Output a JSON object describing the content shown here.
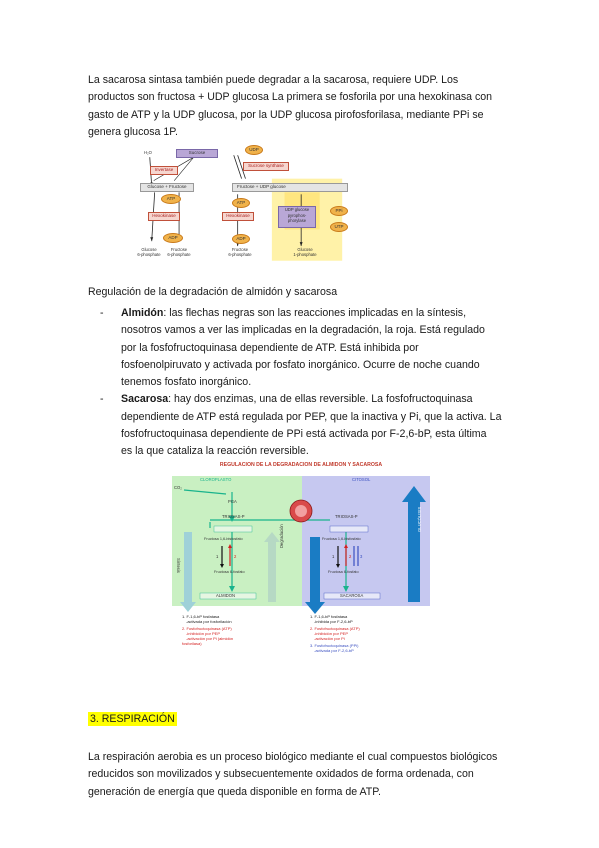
{
  "paragraphs": {
    "p1_lines": [
      "La sacarosa sintasa también puede degradar a la sacarosa, requiere UDP.  Los",
      "productos son fructosa + UDP glucosa  La primera se fosforila por una hexokinasa con",
      "gasto de ATP y la UDP glucosa, por la UDP glucosa pirofosforilasa, mediante PPi se",
      "genera glucosa 1P."
    ],
    "p2": "Regulación de la degradación de almidón y sacarosa",
    "p3_lines": [
      "La respiración aerobia es un proceso biológico mediante el cual compuestos biológicos",
      "reducidos son movilizados y subsecuentemente oxidados de forma ordenada, con",
      "generación de energía que queda disponible en forma de ATP."
    ]
  },
  "list": {
    "dash": "-",
    "items": [
      {
        "term": "Almidón",
        "lines": [
          ": las flechas negras son las reacciones implicadas en la síntesis,",
          "nosotros vamos a ver las implicadas en la degradación, la roja.  Está regulado",
          "por la fosfofructoquinasa dependiente de ATP. Está inhibida por",
          "fosfoenolpiruvato y activada por fosfato inorgánico. Ocurre de noche cuando",
          "tenemos fosfato inorgánico."
        ]
      },
      {
        "term": "Sacarosa",
        "lines": [
          ": hay dos enzimas, una de ellas reversible. La fosfofructoquinasa",
          "dependiente de ATP está regulada por PEP, que la inactiva y Pi, que la activa. La",
          "fosfofructoquinasa dependiente de PPi está activada por F-2,6-bP, esta última",
          "es la que cataliza la reacción reversible."
        ]
      }
    ]
  },
  "heading": "3. RESPIRACIÓN",
  "figure1": {
    "left": {
      "h2o": "H₂O",
      "sucrose": "Sucrose",
      "invertase": "Invertase",
      "glucose_fructose": "Glucose  +  Fructose",
      "atp": "ATP",
      "hexokinase": "Hexokinase",
      "adp": "ADP",
      "glucose6p": "Glucose\n6-phosphate",
      "fructose6p": "Fructose\n6-phosphate"
    },
    "right": {
      "udp": "UDP",
      "sucrose_synthase": "Sucrose synthase",
      "fructose_udpg": "Fructose    +    UDP glucose",
      "atp": "ATP",
      "hexokinase": "Hexokinase",
      "adp": "ADP",
      "udpg_pyro": "UDP glucose\npyrophos-\nphorylase",
      "ppi": "PPi",
      "utp": "UTP",
      "fructose6p": "Fructose\n6-phosphate",
      "glucose1p": "Glucose\n1-phosphate"
    }
  },
  "figure2": {
    "title": "REGULACION DE LA DEGRADACION DE ALMIDON Y SACAROSA",
    "cloroplasto": "CLOROPLASTO",
    "citosol": "CITOSOL",
    "co2": "CO₂",
    "pga": "PGA",
    "triosas_left": "TRIOSAS-P",
    "triosas_right": "TRIOSAS-P",
    "f16_left": "Fructosa 1,6-bisfosfato",
    "f16_right": "Fructosa 1,6-bisfosfato",
    "f6_left": "Fructosa 6-fosfato",
    "f6_right": "Fructosa 6-fosfato",
    "almidon": "ALMIDON",
    "sacarosa": "SACAROSA",
    "sintesis": "Síntesis",
    "degradacion": "Degradación",
    "glucolisis": "GLUCÓLISIS",
    "n1": "1",
    "n2": "2",
    "n1r": "1",
    "n2r": "2",
    "n3r": "3",
    "cap_left_1a": "1. F-1,6-bP fosfatasa",
    "cap_left_1b": "-activada por fosforilación",
    "cap_left_2a": "2. Fosfofructoquinasa (ATP)",
    "cap_left_2b": "-inhibición por PEP",
    "cap_left_2c": "-activación por Pi (almidón",
    "cap_left_2d": "fosforilasa)",
    "cap_right_1a": "1. F-1,6-bP fosfatasa",
    "cap_right_1b": "-inhibida por F-2,6-bP",
    "cap_right_2a": "2. Fosfofructoquinasa (ATP)",
    "cap_right_2b": "-inhibición por PEP",
    "cap_right_2c": "-activación por Pi",
    "cap_right_3a": "3. Fosfofructoquinasa (PPi)",
    "cap_right_3b": "-activada por F-2,6-bP"
  }
}
